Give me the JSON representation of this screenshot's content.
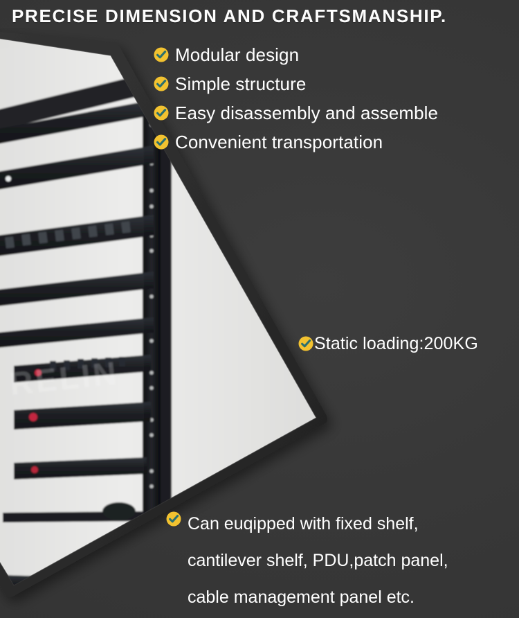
{
  "header": {
    "title": "PRECISE DIMENSION AND CRAFTSMANSHIP."
  },
  "features": {
    "items": [
      {
        "label": "Modular design",
        "icon": "check-circle-icon"
      },
      {
        "label": "Simple structure",
        "icon": "check-circle-icon"
      },
      {
        "label": "Easy disassembly and assemble",
        "icon": "check-circle-icon"
      },
      {
        "label": "Convenient transportation",
        "icon": "check-circle-icon"
      }
    ]
  },
  "spec": {
    "static_loading": "Static loading:200KG",
    "icon": "check-circle-icon"
  },
  "accessories": {
    "icon": "check-circle-icon",
    "lines": [
      "Can euqipped with fixed shelf,",
      "cantilever shelf, PDU,patch panel,",
      "cable management panel etc."
    ]
  },
  "product_photo": {
    "alt": "server-rack-cabinet-photo",
    "frame_shape": "angled-polygon"
  },
  "colors": {
    "background": "#383838",
    "title_text": "#fdfdfd",
    "body_text": "#ffffff",
    "check_circle": "#f2c230",
    "check_mark": "#2a6f6f",
    "photo_frame": "#2c2c2c",
    "rack_panel": "#e8e8e6",
    "rack_metal": "#15171a",
    "led_red": "#c0213a"
  }
}
